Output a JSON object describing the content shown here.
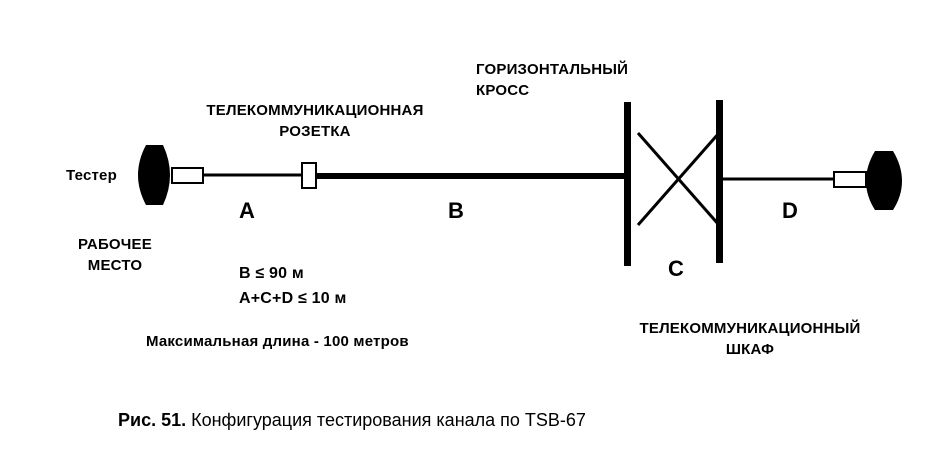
{
  "labels": {
    "tester": "Тестер",
    "workplace_line1": "РАБОЧЕЕ",
    "workplace_line2": "МЕСТО",
    "outlet_line1": "ТЕЛЕКОММУНИКАЦИОННАЯ",
    "outlet_line2": "РОЗЕТКА",
    "cross_line1": "ГОРИЗОНТАЛЬНЫЙ",
    "cross_line2": "КРОСС",
    "closet_line1": "ТЕЛЕКОММУНИКАЦИОННЫЙ",
    "closet_line2": "ШКАФ"
  },
  "segments": {
    "a": "A",
    "b": "B",
    "c": "C",
    "d": "D"
  },
  "constraints": {
    "b_limit": "B ≤ 90 м",
    "acd_limit": "A+C+D ≤ 10 м",
    "max_length": "Максимальная длина - 100 метров"
  },
  "caption": {
    "number": "Рис. 51.",
    "text": "Конфигурация тестирования канала по TSB-67"
  }
}
